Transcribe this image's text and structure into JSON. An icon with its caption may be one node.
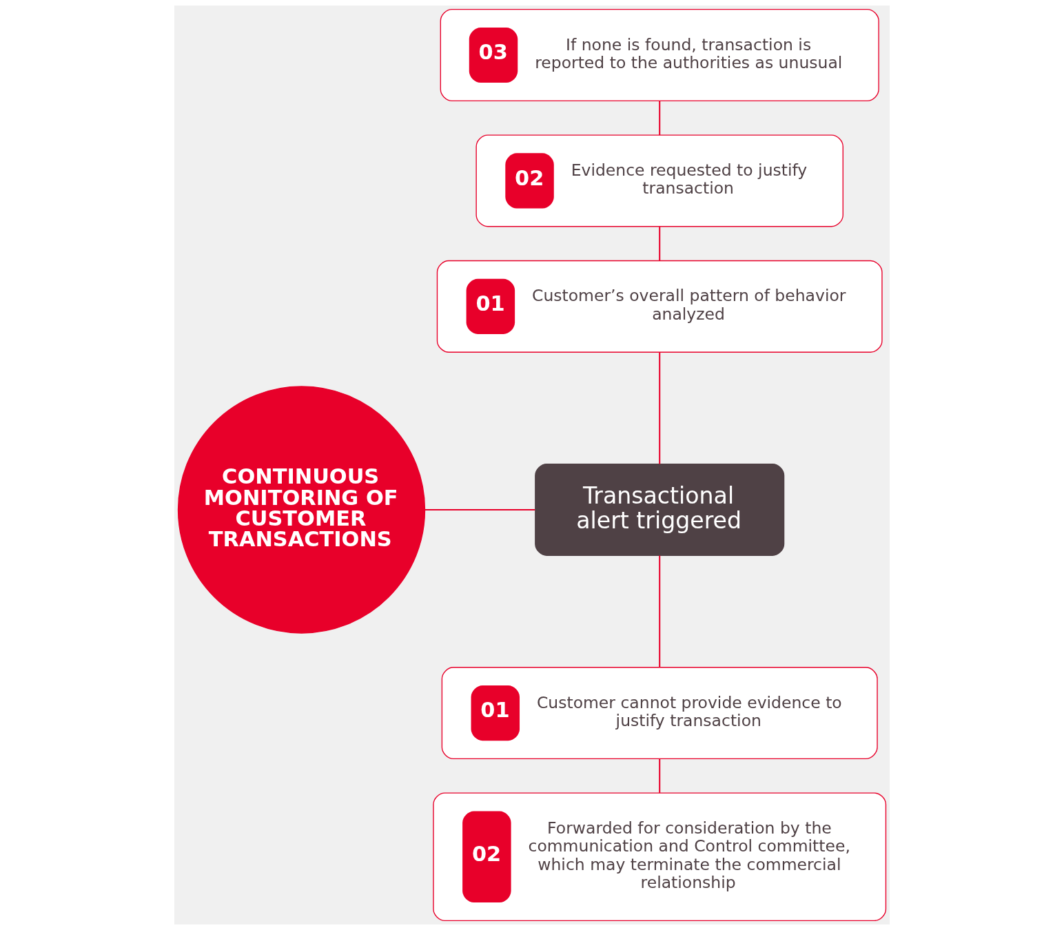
{
  "diagram": {
    "nodes": [
      {
        "text": [
          "CONTINUOUS MONITORING OF CUSTOMER TRANSACTIONS"
        ]
      },
      {
        "text": [
          "03",
          "If none is found, transaction is reported to the authorities as unusual"
        ]
      },
      {
        "text": [
          "02",
          "Evidence requested to justify transaction"
        ]
      },
      {
        "text": [
          "01",
          "Customer’s overall pattern of behavior analyzed"
        ]
      },
      {
        "text": [
          "Transactional alert triggered"
        ]
      },
      {
        "text": [
          "01",
          "Customer cannot provide evidence to justify transaction"
        ]
      },
      {
        "text": [
          "02",
          "Forwarded for consideration by the communication and Control committee, which may terminate the commercial relationship"
        ]
      }
    ],
    "edges": [
      {
        "from": 1,
        "to": 2,
        "arrow": "none"
      },
      {
        "from": 2,
        "to": 3,
        "arrow": "none"
      },
      {
        "from": 3,
        "to": 4,
        "arrow": "none"
      },
      {
        "from": 4,
        "to": 5,
        "arrow": "none"
      },
      {
        "from": 5,
        "to": 6,
        "arrow": "none"
      },
      {
        "from": 0,
        "to": 4,
        "arrow": "none"
      }
    ]
  }
}
